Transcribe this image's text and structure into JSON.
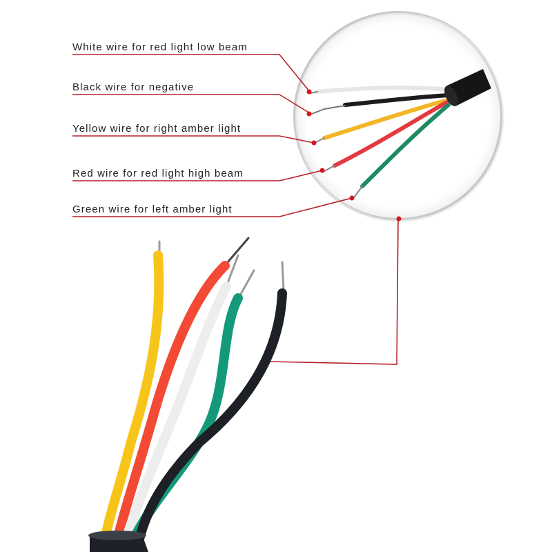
{
  "diagram": {
    "title": "",
    "labels": [
      {
        "id": "white",
        "text": "White wire for red light low beam",
        "wire_color": "#e6e6e6"
      },
      {
        "id": "black",
        "text": "Black wire for negative",
        "wire_color": "#1c1c1c"
      },
      {
        "id": "yellow",
        "text": "Yellow wire for right amber light",
        "wire_color": "#f2b626"
      },
      {
        "id": "red",
        "text": "Red wire for red light high beam",
        "wire_color": "#e23a3f"
      },
      {
        "id": "green",
        "text": "Green wire for left amber light",
        "wire_color": "#1f8a63"
      }
    ],
    "colors": {
      "callout_line": "#b8202a",
      "callout_dot": "#d8141c",
      "magnifier_border": "#cfcfcf",
      "cable_jacket": "#151515",
      "text": "#222222"
    }
  }
}
